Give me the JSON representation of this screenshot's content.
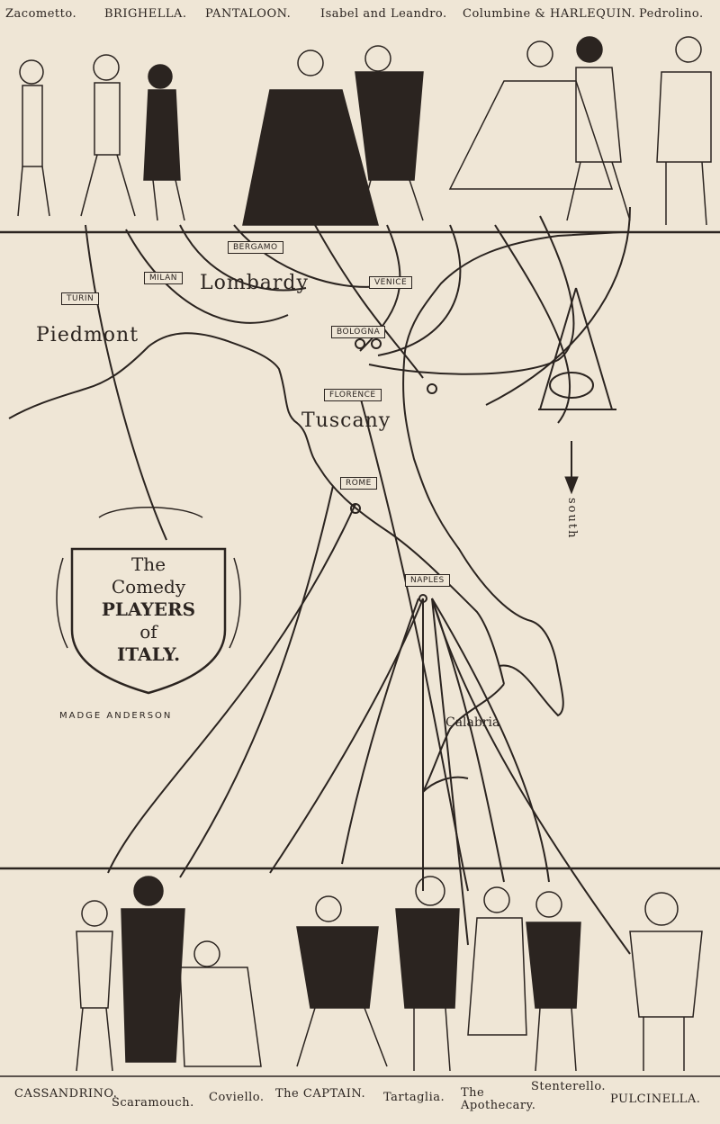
{
  "top_characters": [
    "Zacometto.",
    "BRIGHELLA.",
    "PANTALOON.",
    "Isabel and Leandro.",
    "Columbine & HARLEQUIN.",
    "Pedrolino."
  ],
  "bottom_characters": [
    "CASSANDRINO.",
    "Scaramouch.",
    "Coviello.",
    "The CAPTAIN.",
    "Tartaglia.",
    "The Apothecary.",
    "Stenterello.",
    "PULCINELLA."
  ],
  "cities": {
    "bergamo": "BERGAMO",
    "milan": "MILAN",
    "turin": "TURIN",
    "venice": "VENICE",
    "bologna": "BOLOGNA",
    "florence": "FLORENCE",
    "rome": "ROME",
    "naples": "NAPLES"
  },
  "regions": {
    "lombardy": "Lombardy",
    "piedmont": "Piedmont",
    "tuscany": "Tuscany",
    "calabria": "Calabria"
  },
  "compass": "south",
  "title": {
    "line1": "The",
    "line2": "Comedy",
    "line3": "PLAYERS",
    "line4": "of",
    "line5": "ITALY."
  },
  "artist": "MADGE ANDERSON",
  "colors": {
    "paper": "#efe6d6",
    "ink": "#2b2420"
  }
}
